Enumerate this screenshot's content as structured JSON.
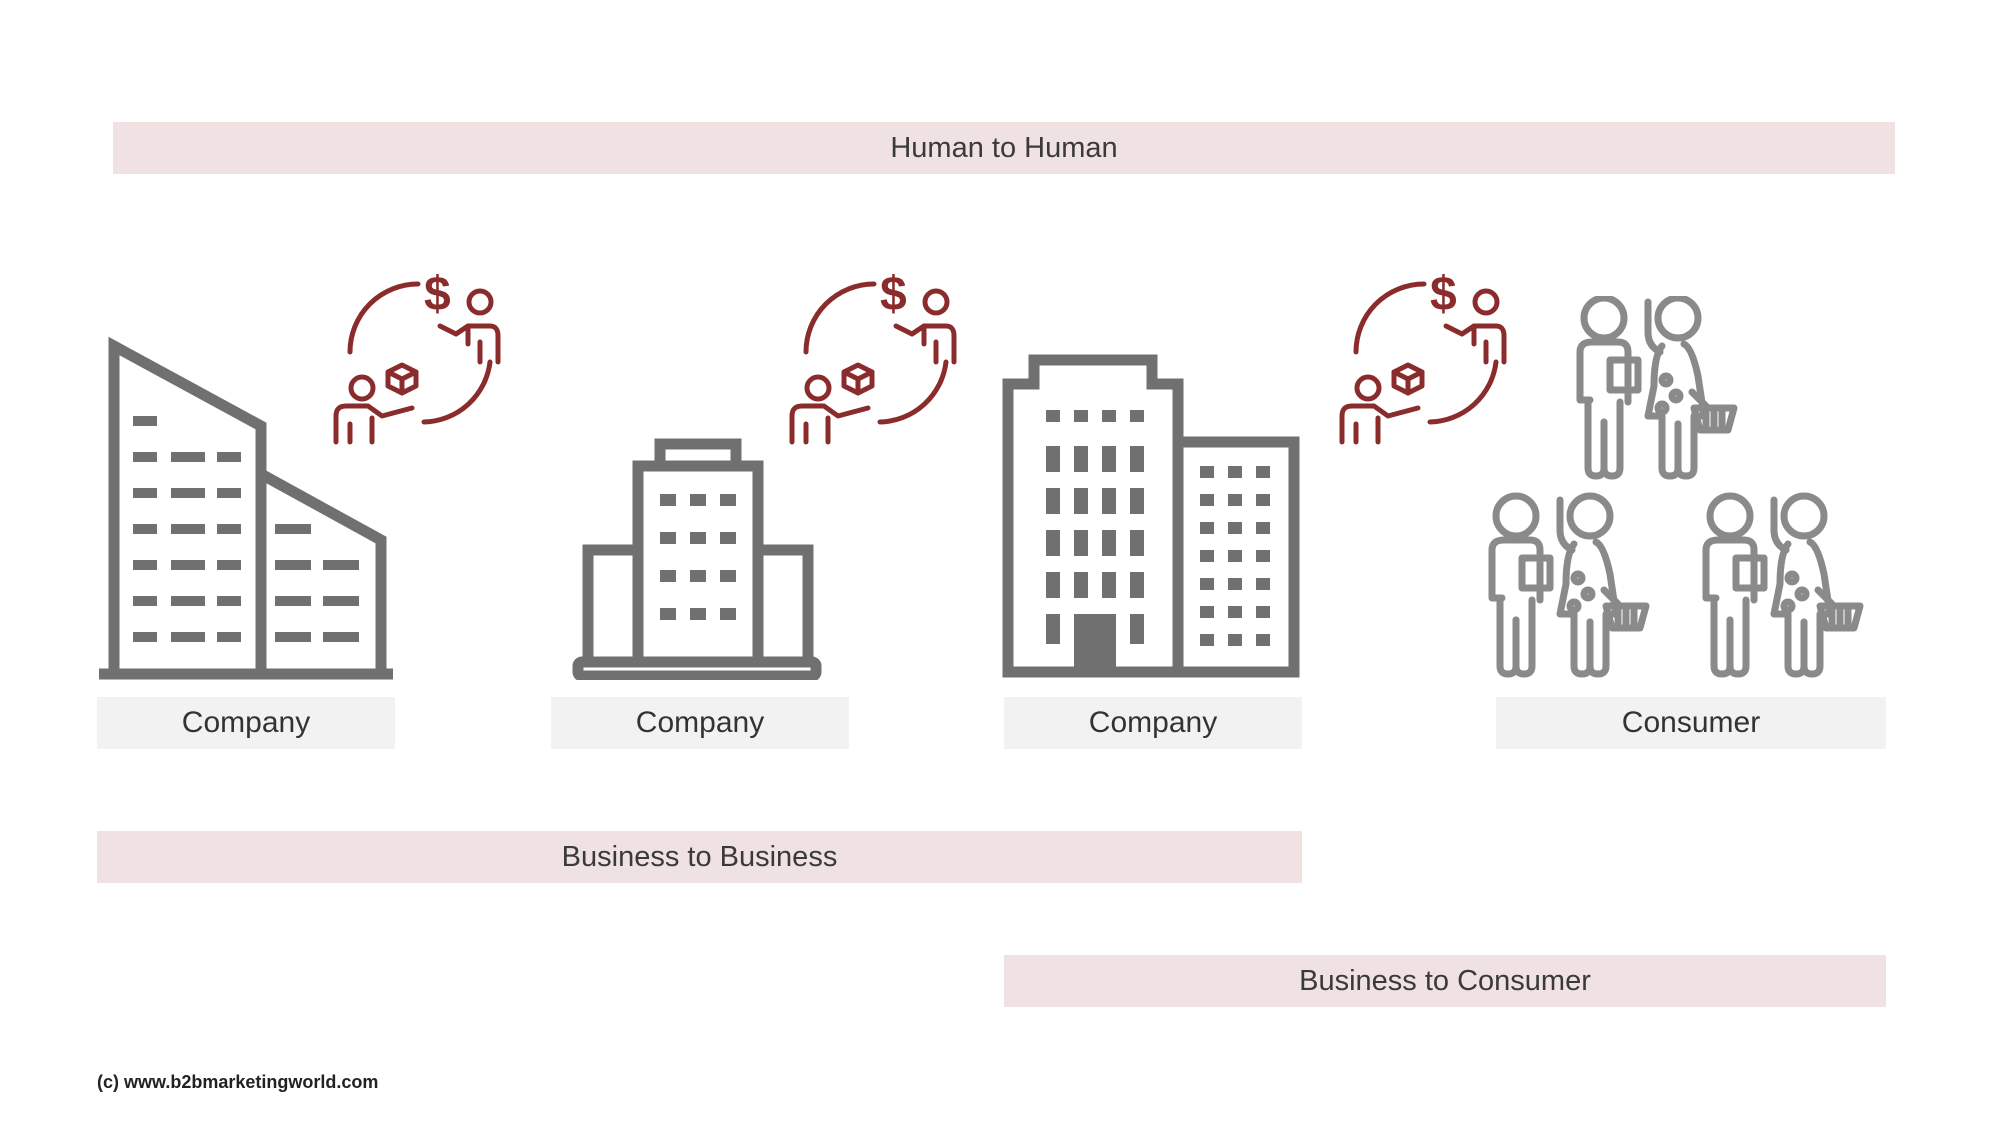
{
  "bands": {
    "h2h": "Human to Human",
    "b2b": "Business to Business",
    "b2c": "Business to Consumer"
  },
  "labels": {
    "company_1": "Company",
    "company_2": "Company",
    "company_3": "Company",
    "consumer": "Consumer"
  },
  "footer": {
    "copyright": "(c) www.b2bmarketingworld.com"
  },
  "icons": {
    "building": "building-icon",
    "exchange": "exchange-icon",
    "consumers": "consumer-group-icon"
  },
  "colors": {
    "band_bg": "#f0e2e3",
    "label_bg": "#f2f2f2",
    "building_gray": "#707070",
    "accent_red": "#8b2c2c",
    "consumer_gray": "#8a8a8a"
  }
}
